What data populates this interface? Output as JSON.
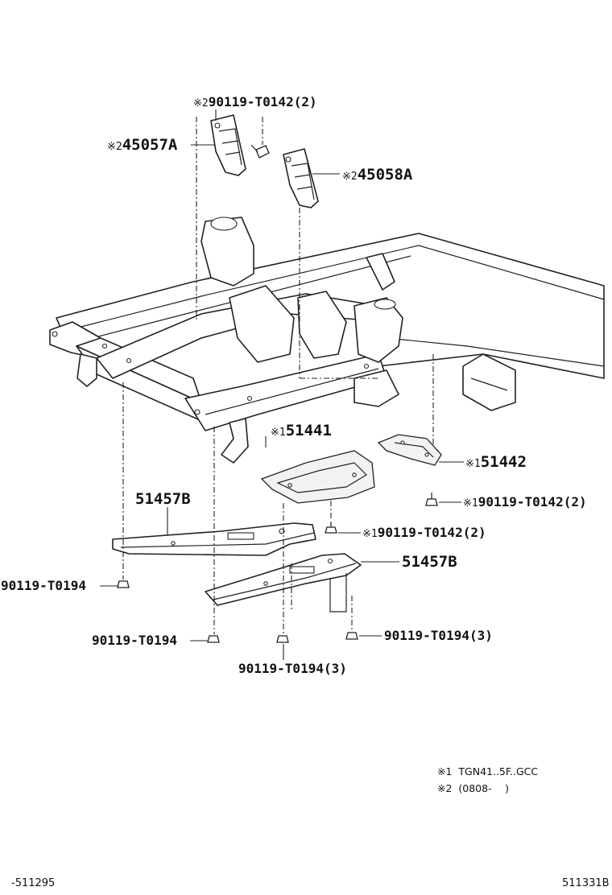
{
  "diagram": {
    "callouts": [
      {
        "id": "c1",
        "prefix": "※2",
        "part": "90119-T0142",
        "qty": "(2)"
      },
      {
        "id": "c2",
        "prefix": "※2",
        "part": "45057A",
        "qty": ""
      },
      {
        "id": "c3",
        "prefix": "※2",
        "part": "45058A",
        "qty": ""
      },
      {
        "id": "c4",
        "prefix": "※1",
        "part": "51441",
        "qty": ""
      },
      {
        "id": "c5",
        "prefix": "※1",
        "part": "51442",
        "qty": ""
      },
      {
        "id": "c6",
        "prefix": "※1",
        "part": "90119-T0142",
        "qty": "(2)"
      },
      {
        "id": "c7",
        "prefix": "",
        "part": "51457B",
        "qty": ""
      },
      {
        "id": "c8",
        "prefix": "※1",
        "part": "90119-T0142",
        "qty": "(2)"
      },
      {
        "id": "c9",
        "prefix": "",
        "part": "51457B",
        "qty": ""
      },
      {
        "id": "c10",
        "prefix": "",
        "part": "90119-T0194",
        "qty": ""
      },
      {
        "id": "c11",
        "prefix": "",
        "part": "90119-T0194",
        "qty": "(3)"
      },
      {
        "id": "c12",
        "prefix": "",
        "part": "90119-T0194",
        "qty": ""
      },
      {
        "id": "c13",
        "prefix": "",
        "part": "90119-T0194",
        "qty": "(3)"
      }
    ],
    "notes": [
      {
        "mark": "※1",
        "text": "TGN41..5F..GCC"
      },
      {
        "mark": "※2",
        "text": "(0808-　 )"
      }
    ],
    "footer": {
      "left": "-511295",
      "right": "511331B"
    }
  }
}
